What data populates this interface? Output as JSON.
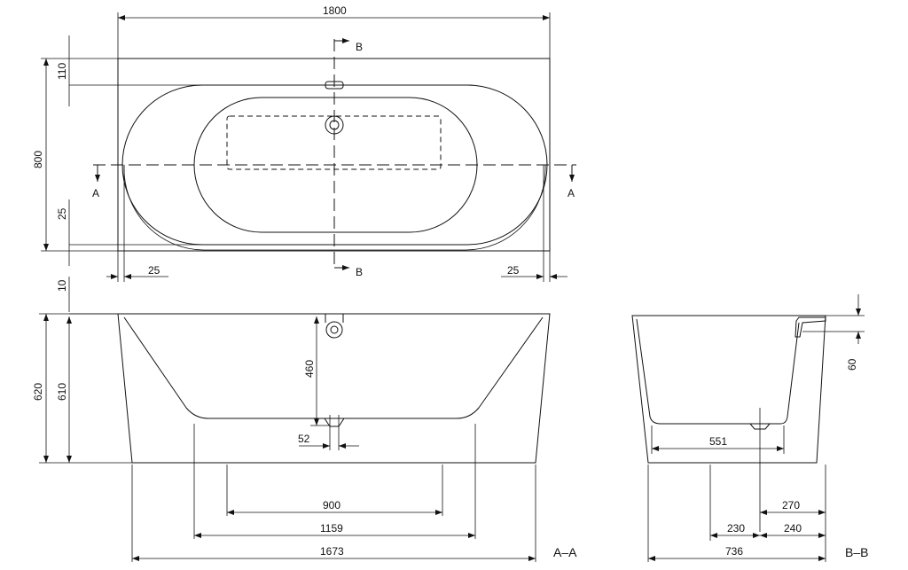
{
  "dimensions": {
    "top": {
      "overall_length": "1800",
      "overall_width": "800",
      "rim_offset_top": "110",
      "rim_offset_bottom": "25",
      "gap": "10",
      "end_left": "25",
      "end_right": "25"
    },
    "section_aa": {
      "height_total": "620",
      "height_rim": "610",
      "drain_depth": "460",
      "drain_width": "52",
      "inner_900": "900",
      "inner_1159": "1159",
      "base_1673": "1673"
    },
    "section_bb": {
      "inner_551": "551",
      "offset_60": "60",
      "dim_270": "270",
      "dim_230": "230",
      "dim_240": "240",
      "base_736": "736"
    }
  },
  "labels": {
    "section_a": "A",
    "section_b": "B",
    "view_aa": "A–A",
    "view_bb": "B–B"
  }
}
